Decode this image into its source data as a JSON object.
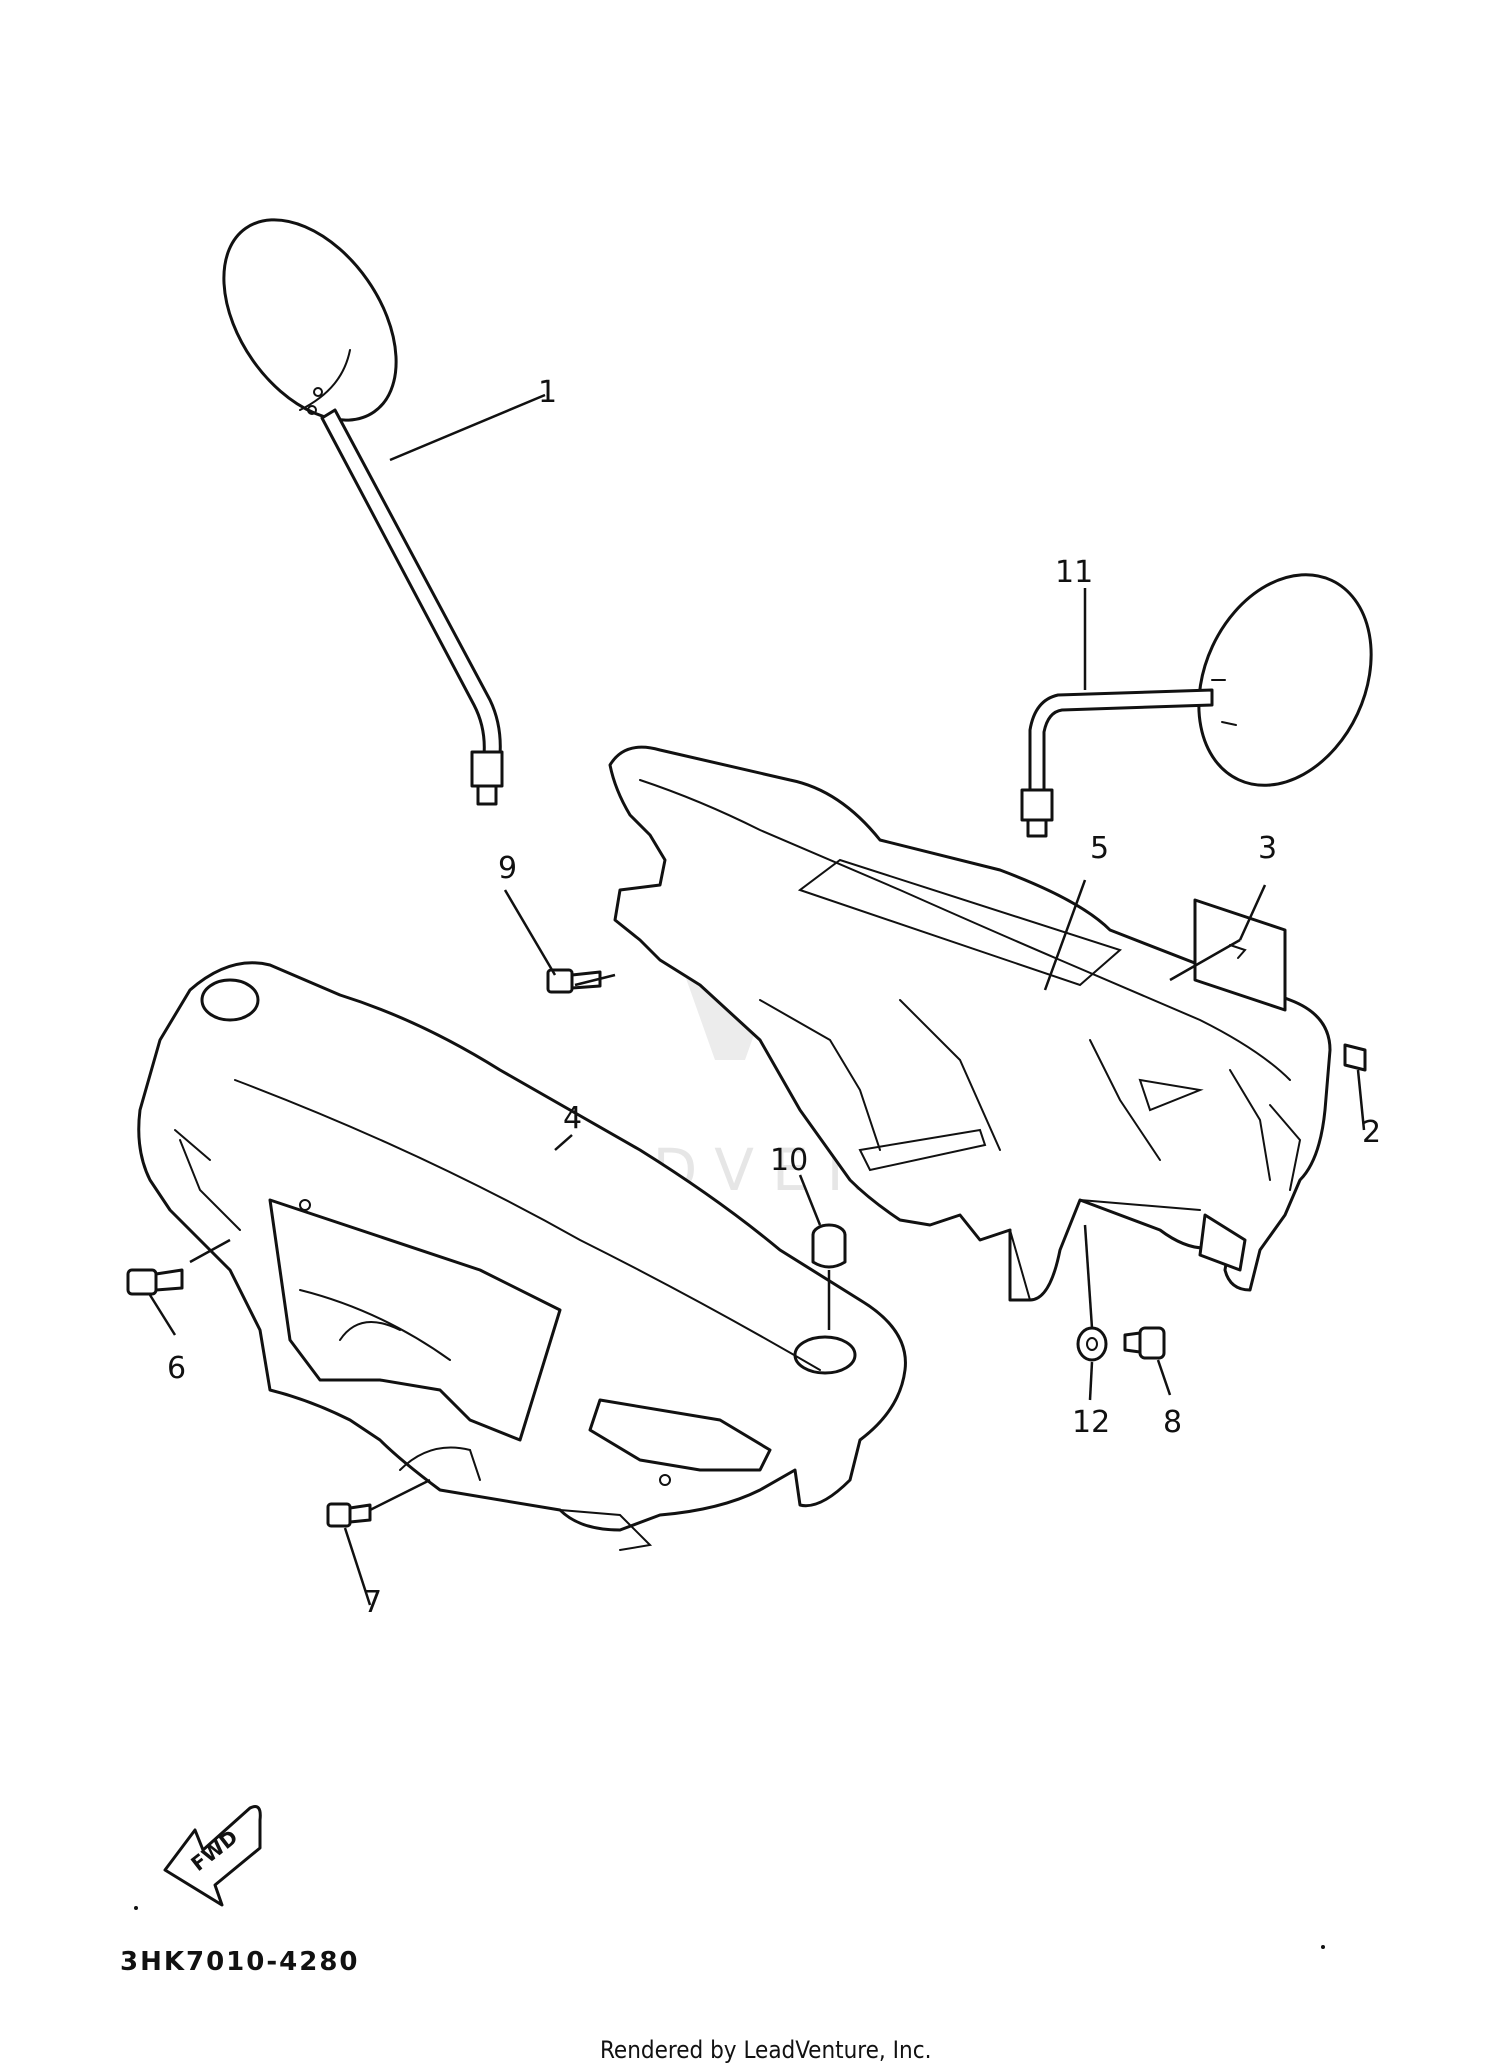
{
  "callouts": [
    "1",
    "2",
    "3",
    "4",
    "5",
    "6",
    "7",
    "8",
    "9",
    "10",
    "11",
    "12"
  ],
  "watermark": "LEADVENTURE",
  "direction_badge": "FWD",
  "diagram_code": "3HK7010-4280",
  "footer": "Rendered by LeadVenture, Inc."
}
